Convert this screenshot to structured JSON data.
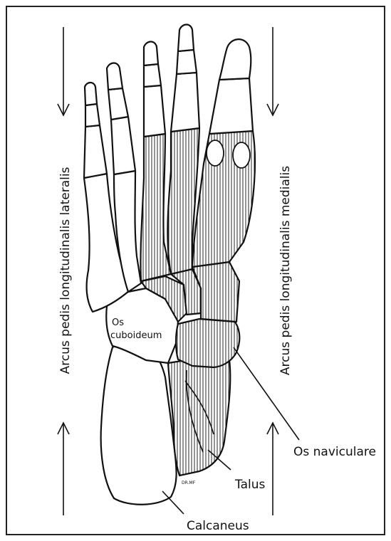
{
  "labels": {
    "lateral_arch": "Arcus pedis longitudinalis lateralis",
    "medial_arch": "Arcus pedis longitudinalis medialis",
    "cuboid_line1": "Os",
    "cuboid_line2": "cuboideum",
    "navicular": "Os naviculare",
    "talus": "Talus",
    "calcaneus": "Calcaneus",
    "signature": "DR.MF"
  },
  "colors": {
    "ink": "#111111",
    "background": "#ffffff"
  }
}
